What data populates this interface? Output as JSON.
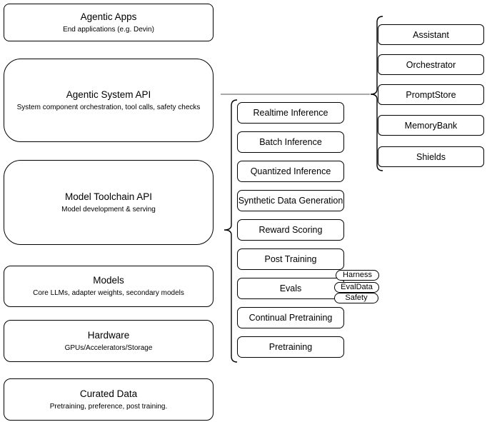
{
  "diagram": {
    "left_stack": [
      {
        "title": "Agentic Apps",
        "subtitle": "End applications (e.g. Devin)"
      },
      {
        "title": "Agentic System API",
        "subtitle": "System component orchestration, tool calls, safety checks"
      },
      {
        "title": "Model Toolchain API",
        "subtitle": "Model development & serving"
      },
      {
        "title": "Models",
        "subtitle": "Core LLMs, adapter weights, secondary models"
      },
      {
        "title": "Hardware",
        "subtitle": "GPUs/Accelerators/Storage"
      },
      {
        "title": "Curated Data",
        "subtitle": "Pretraining, preference, post training."
      }
    ],
    "toolchain_items": [
      "Realtime Inference",
      "Batch Inference",
      "Quantized Inference",
      "Synthetic Data Generation",
      "Reward Scoring",
      "Post Training",
      "Evals",
      "Continual Pretraining",
      "Pretraining"
    ],
    "eval_tags": [
      "Harness",
      "EvalData",
      "Safety"
    ],
    "system_components": [
      "Assistant",
      "Orchestrator",
      "PromptStore",
      "MemoryBank",
      "Shields"
    ],
    "colors": {
      "stroke": "#000000",
      "connector": "#8c8c8c",
      "fill": "#ffffff"
    }
  }
}
